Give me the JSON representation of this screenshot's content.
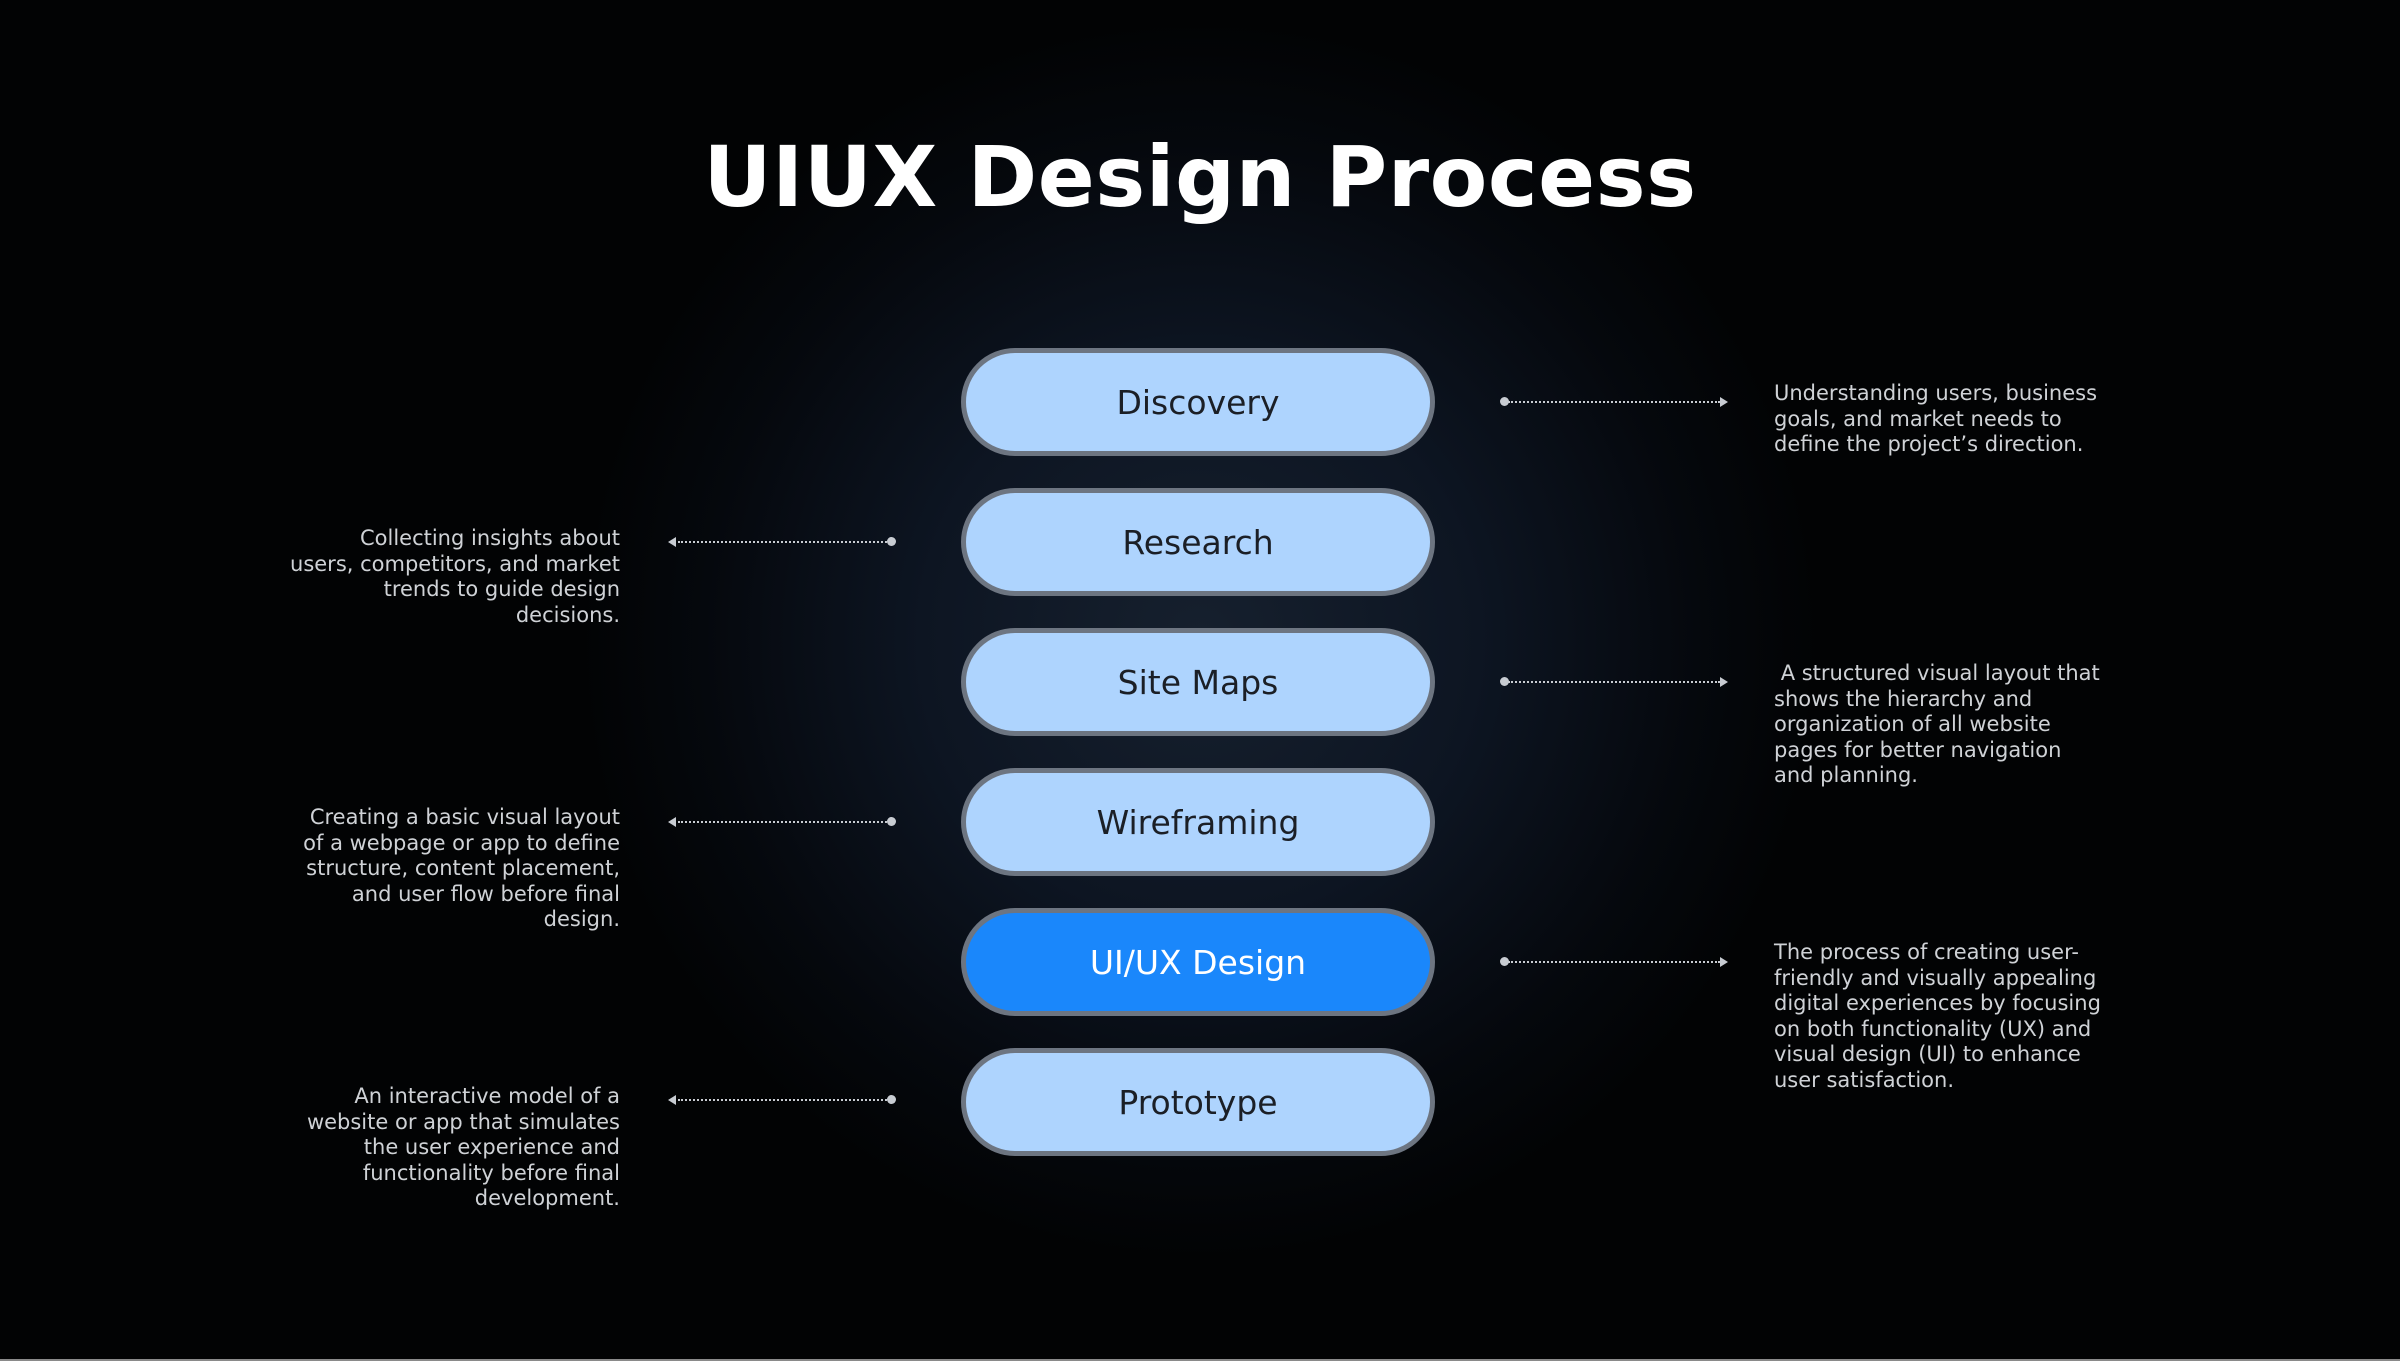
{
  "title": "UIUX Design Process",
  "colors": {
    "step_fill": "#aed4fe",
    "step_active_fill": "#1a87fb",
    "step_border": "#6d7581",
    "connector": "#c8ccd2",
    "description_text": "#cfd2d6"
  },
  "steps": [
    {
      "label": "Discovery",
      "active": false,
      "side": "right",
      "description": "Understanding users, business goals, and market needs to define the project’s direction."
    },
    {
      "label": "Research",
      "active": false,
      "side": "left",
      "description": "Collecting insights about users, competitors, and market trends to guide design decisions."
    },
    {
      "label": "Site Maps",
      "active": false,
      "side": "right",
      "description": " A structured visual layout that shows the hierarchy and organization of all website pages for better navigation and planning."
    },
    {
      "label": "Wireframing",
      "active": false,
      "side": "left",
      "description": "Creating a basic visual layout of a webpage or app to define structure, content placement, and user flow before final design."
    },
    {
      "label": "UI/UX Design",
      "active": true,
      "side": "right",
      "description": "The process of creating user-friendly and visually appealing digital experiences by focusing on both functionality (UX) and visual design (UI) to enhance user satisfaction."
    },
    {
      "label": "Prototype",
      "active": false,
      "side": "left",
      "description": "An interactive model of a website or app that simulates the user experience and functionality before final development."
    }
  ]
}
